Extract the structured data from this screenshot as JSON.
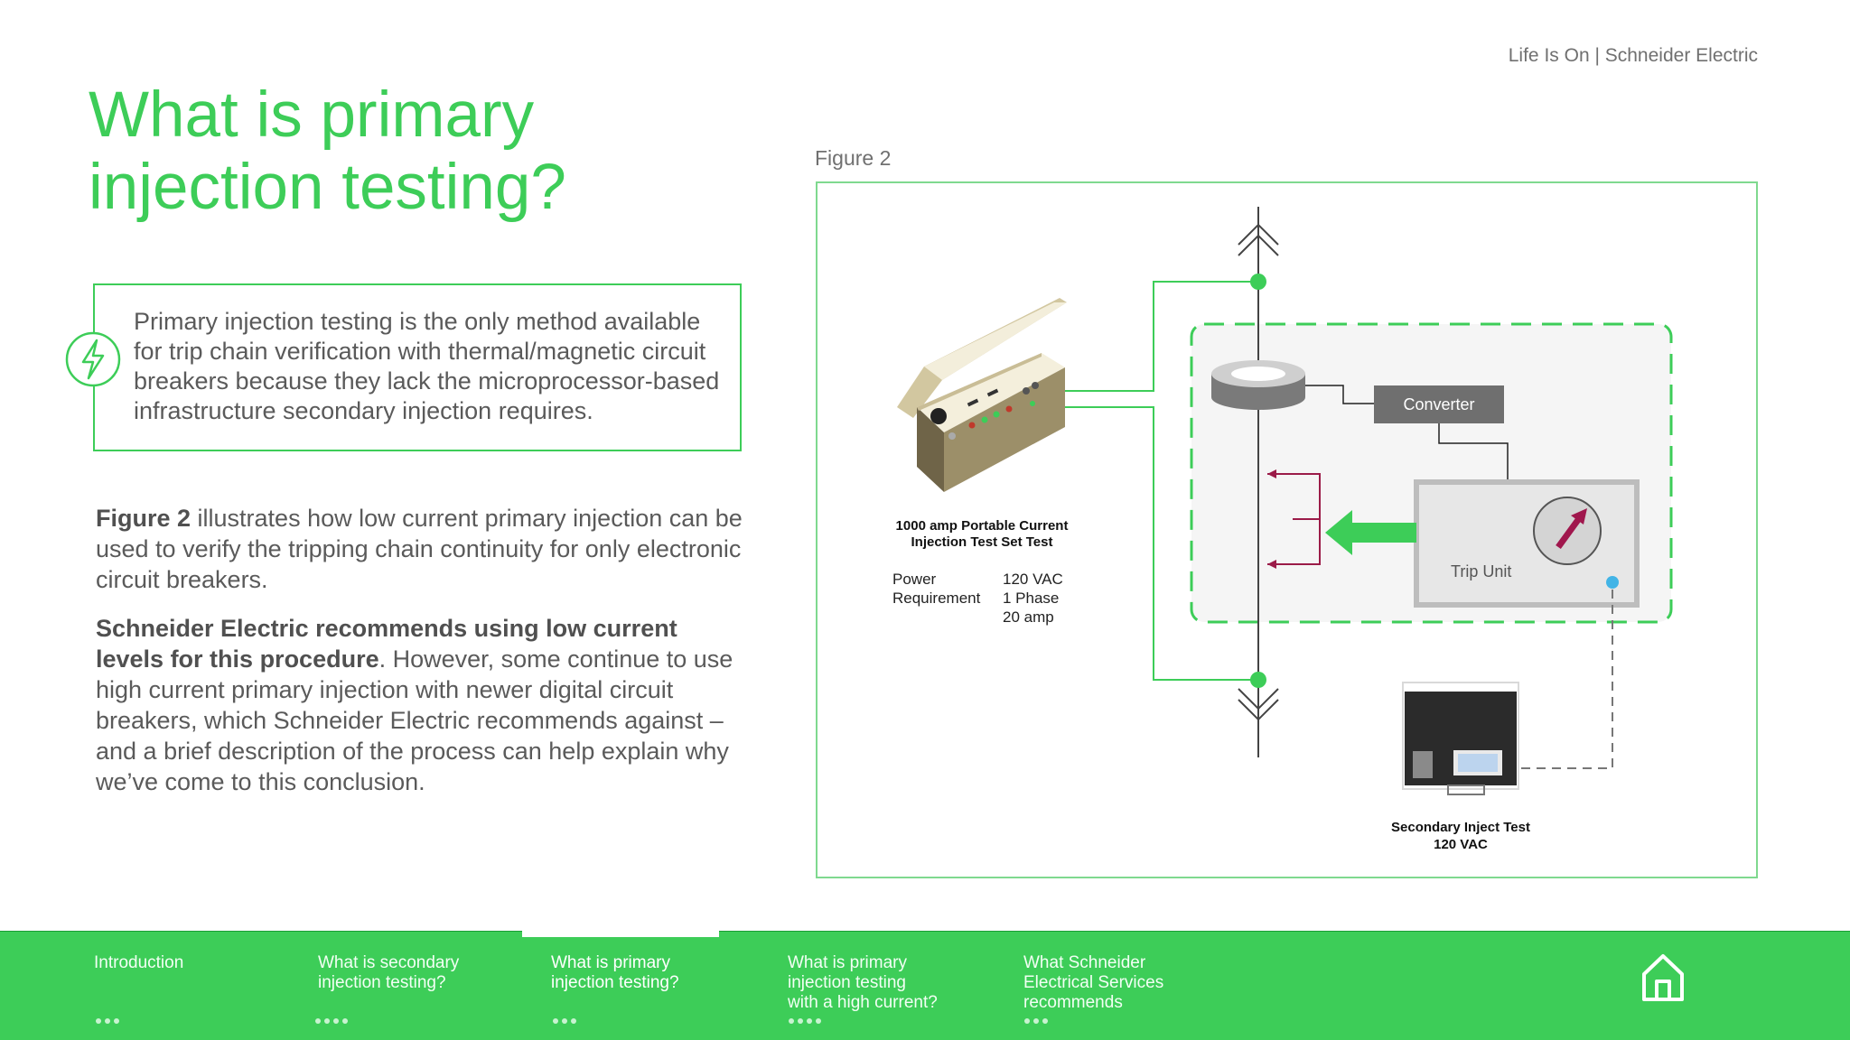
{
  "header": {
    "brand": "Life Is On | Schneider Electric"
  },
  "page": {
    "title_line1": "What is primary",
    "title_line2": "injection testing?"
  },
  "callout": {
    "icon": "lightning-bolt-icon",
    "text": "Primary injection testing is the only method available for trip chain verification with thermal/magnetic circuit breakers because they lack the microprocessor-based infrastructure secondary injection requires."
  },
  "body": {
    "p1_bold": "Figure 2",
    "p1_rest": " illustrates how low current primary injection can be used to verify the tripping chain continuity for only electronic circuit breakers.",
    "p2_bold": "Schneider Electric recommends using low current levels for this procedure",
    "p2_rest": ". However, some continue to use high current primary injection with newer digital circuit breakers, which Schneider Electric recommends against – and a brief description of the process can help explain why we’ve come to this conclusion."
  },
  "figure": {
    "label": "Figure 2",
    "test_set_line1": "1000 amp Portable Current",
    "test_set_line2": "Injection Test Set Test",
    "power_label_1": "Power",
    "power_label_2": "Requirement",
    "power_value_1": "120 VAC",
    "power_value_2": "1 Phase",
    "power_value_3": "20 amp",
    "converter_label": "Converter",
    "trip_unit_label": "Trip Unit",
    "secondary_line1": "Secondary Inject Test",
    "secondary_line2": "120 VAC"
  },
  "nav": {
    "items": [
      {
        "line1": "Introduction",
        "line2": "",
        "line3": "",
        "dots": 3
      },
      {
        "line1": "What is secondary",
        "line2": "injection testing?",
        "line3": "",
        "dots": 4
      },
      {
        "line1": "What is primary",
        "line2": "injection testing?",
        "line3": "",
        "dots": 3
      },
      {
        "line1": "What is primary",
        "line2": "injection testing",
        "line3": "with a high current?",
        "dots": 4
      },
      {
        "line1": "What Schneider",
        "line2": "Electrical Services",
        "line3": "recommends",
        "dots": 3
      }
    ],
    "active_index": 2,
    "home_icon": "home-icon"
  },
  "colors": {
    "brand_green": "#3dcd58",
    "nav_green": "#3dcd58",
    "arrow_red": "#9b1b48",
    "indicator_blue": "#42b4e6",
    "text_gray": "#5a5a5a"
  }
}
